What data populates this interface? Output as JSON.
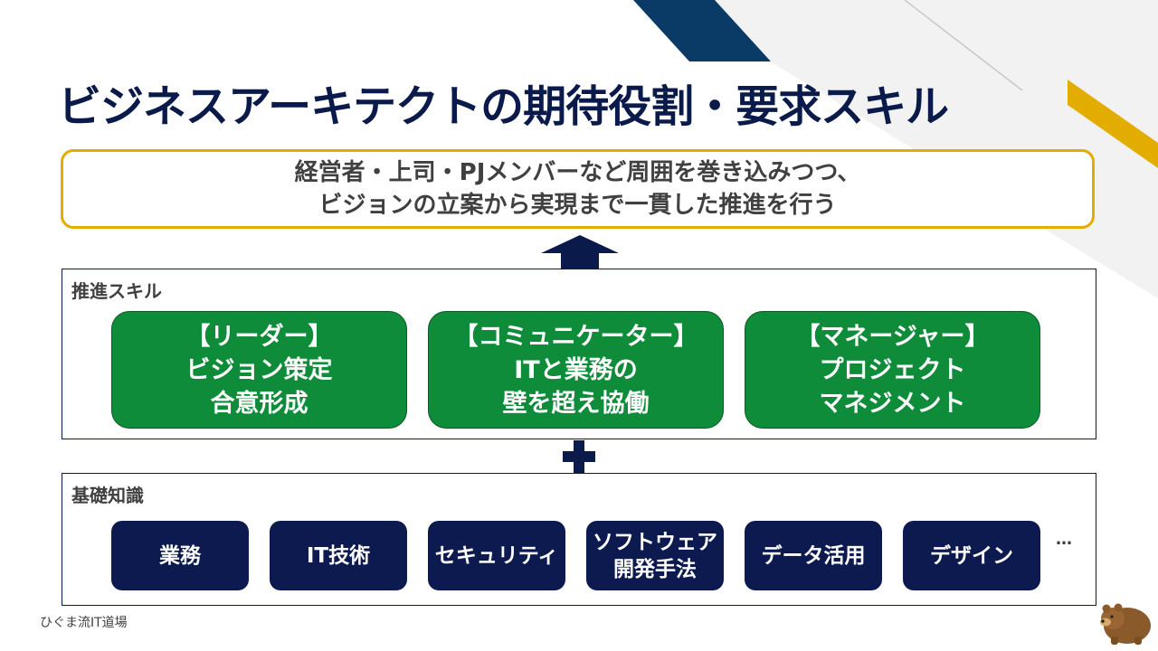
{
  "title": "ビジネスアーキテクトの期待役割・要求スキル",
  "goal": {
    "line1": "経営者・上司・PJメンバーなど周囲を巻き込みつつ、",
    "line2": "ビジョンの立案から実現まで一貫した推進を行う"
  },
  "skills": {
    "label": "推進スキル",
    "cards": [
      {
        "line1": "【リーダー】",
        "line2": "ビジョン策定",
        "line3": "合意形成"
      },
      {
        "line1": "【コミュニケーター】",
        "line2": "ITと業務の",
        "line3": "壁を超え協働"
      },
      {
        "line1": "【マネージャー】",
        "line2": "プロジェクト",
        "line3": "マネジメント"
      }
    ]
  },
  "knowledge": {
    "label": "基礎知識",
    "cards": [
      {
        "line1": "業務",
        "line2": ""
      },
      {
        "line1": "IT技術",
        "line2": ""
      },
      {
        "line1": "セキュリティ",
        "line2": ""
      },
      {
        "line1": "ソフトウェア",
        "line2": "開発手法"
      },
      {
        "line1": "データ活用",
        "line2": ""
      },
      {
        "line1": "デザイン",
        "line2": ""
      }
    ],
    "more": "…"
  },
  "footer": "ひぐま流IT道場",
  "colors": {
    "navy": "#0a1a4a",
    "gold": "#e3ad00",
    "green": "#0f8c3a",
    "knowledge_card": "#0c1a50"
  },
  "icons": {
    "arrow": "up-arrow-icon",
    "plus": "plus-icon",
    "mascot": "bear-icon"
  }
}
